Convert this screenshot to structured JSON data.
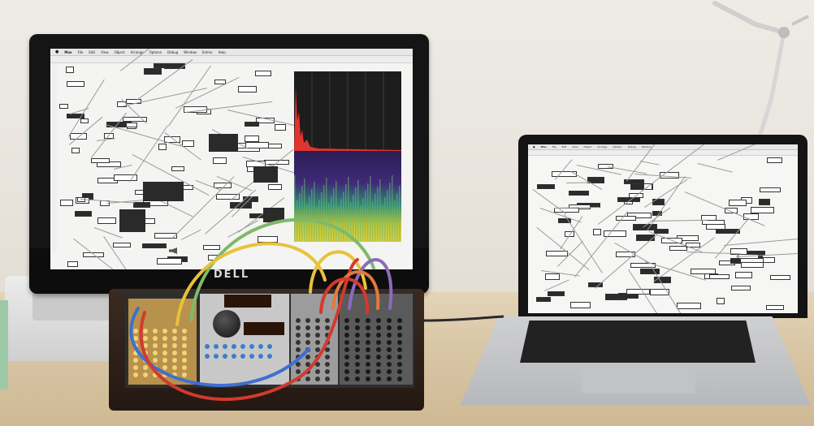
{
  "monitor": {
    "brand": "DELL",
    "menu_items": [
      "Max",
      "File",
      "Edit",
      "View",
      "Object",
      "Arrange",
      "Options",
      "Debug",
      "Window",
      "Extras",
      "Help"
    ]
  },
  "colors": {
    "wall": "#ebe8e1",
    "desk": "#d9c6a6",
    "monitor_bezel": "#151515",
    "screen_bg": "#f4f4f2",
    "cable_green": "#7fb96a",
    "cable_yellow": "#e8c23a",
    "cable_red": "#d23a2e",
    "cable_blue": "#3e6fd1",
    "cable_purple": "#8b6bbd",
    "cable_orange": "#e07a3b"
  },
  "icons": [
    "apple-icon",
    "speaker-icon",
    "lamp-icon",
    "knob-icon"
  ]
}
